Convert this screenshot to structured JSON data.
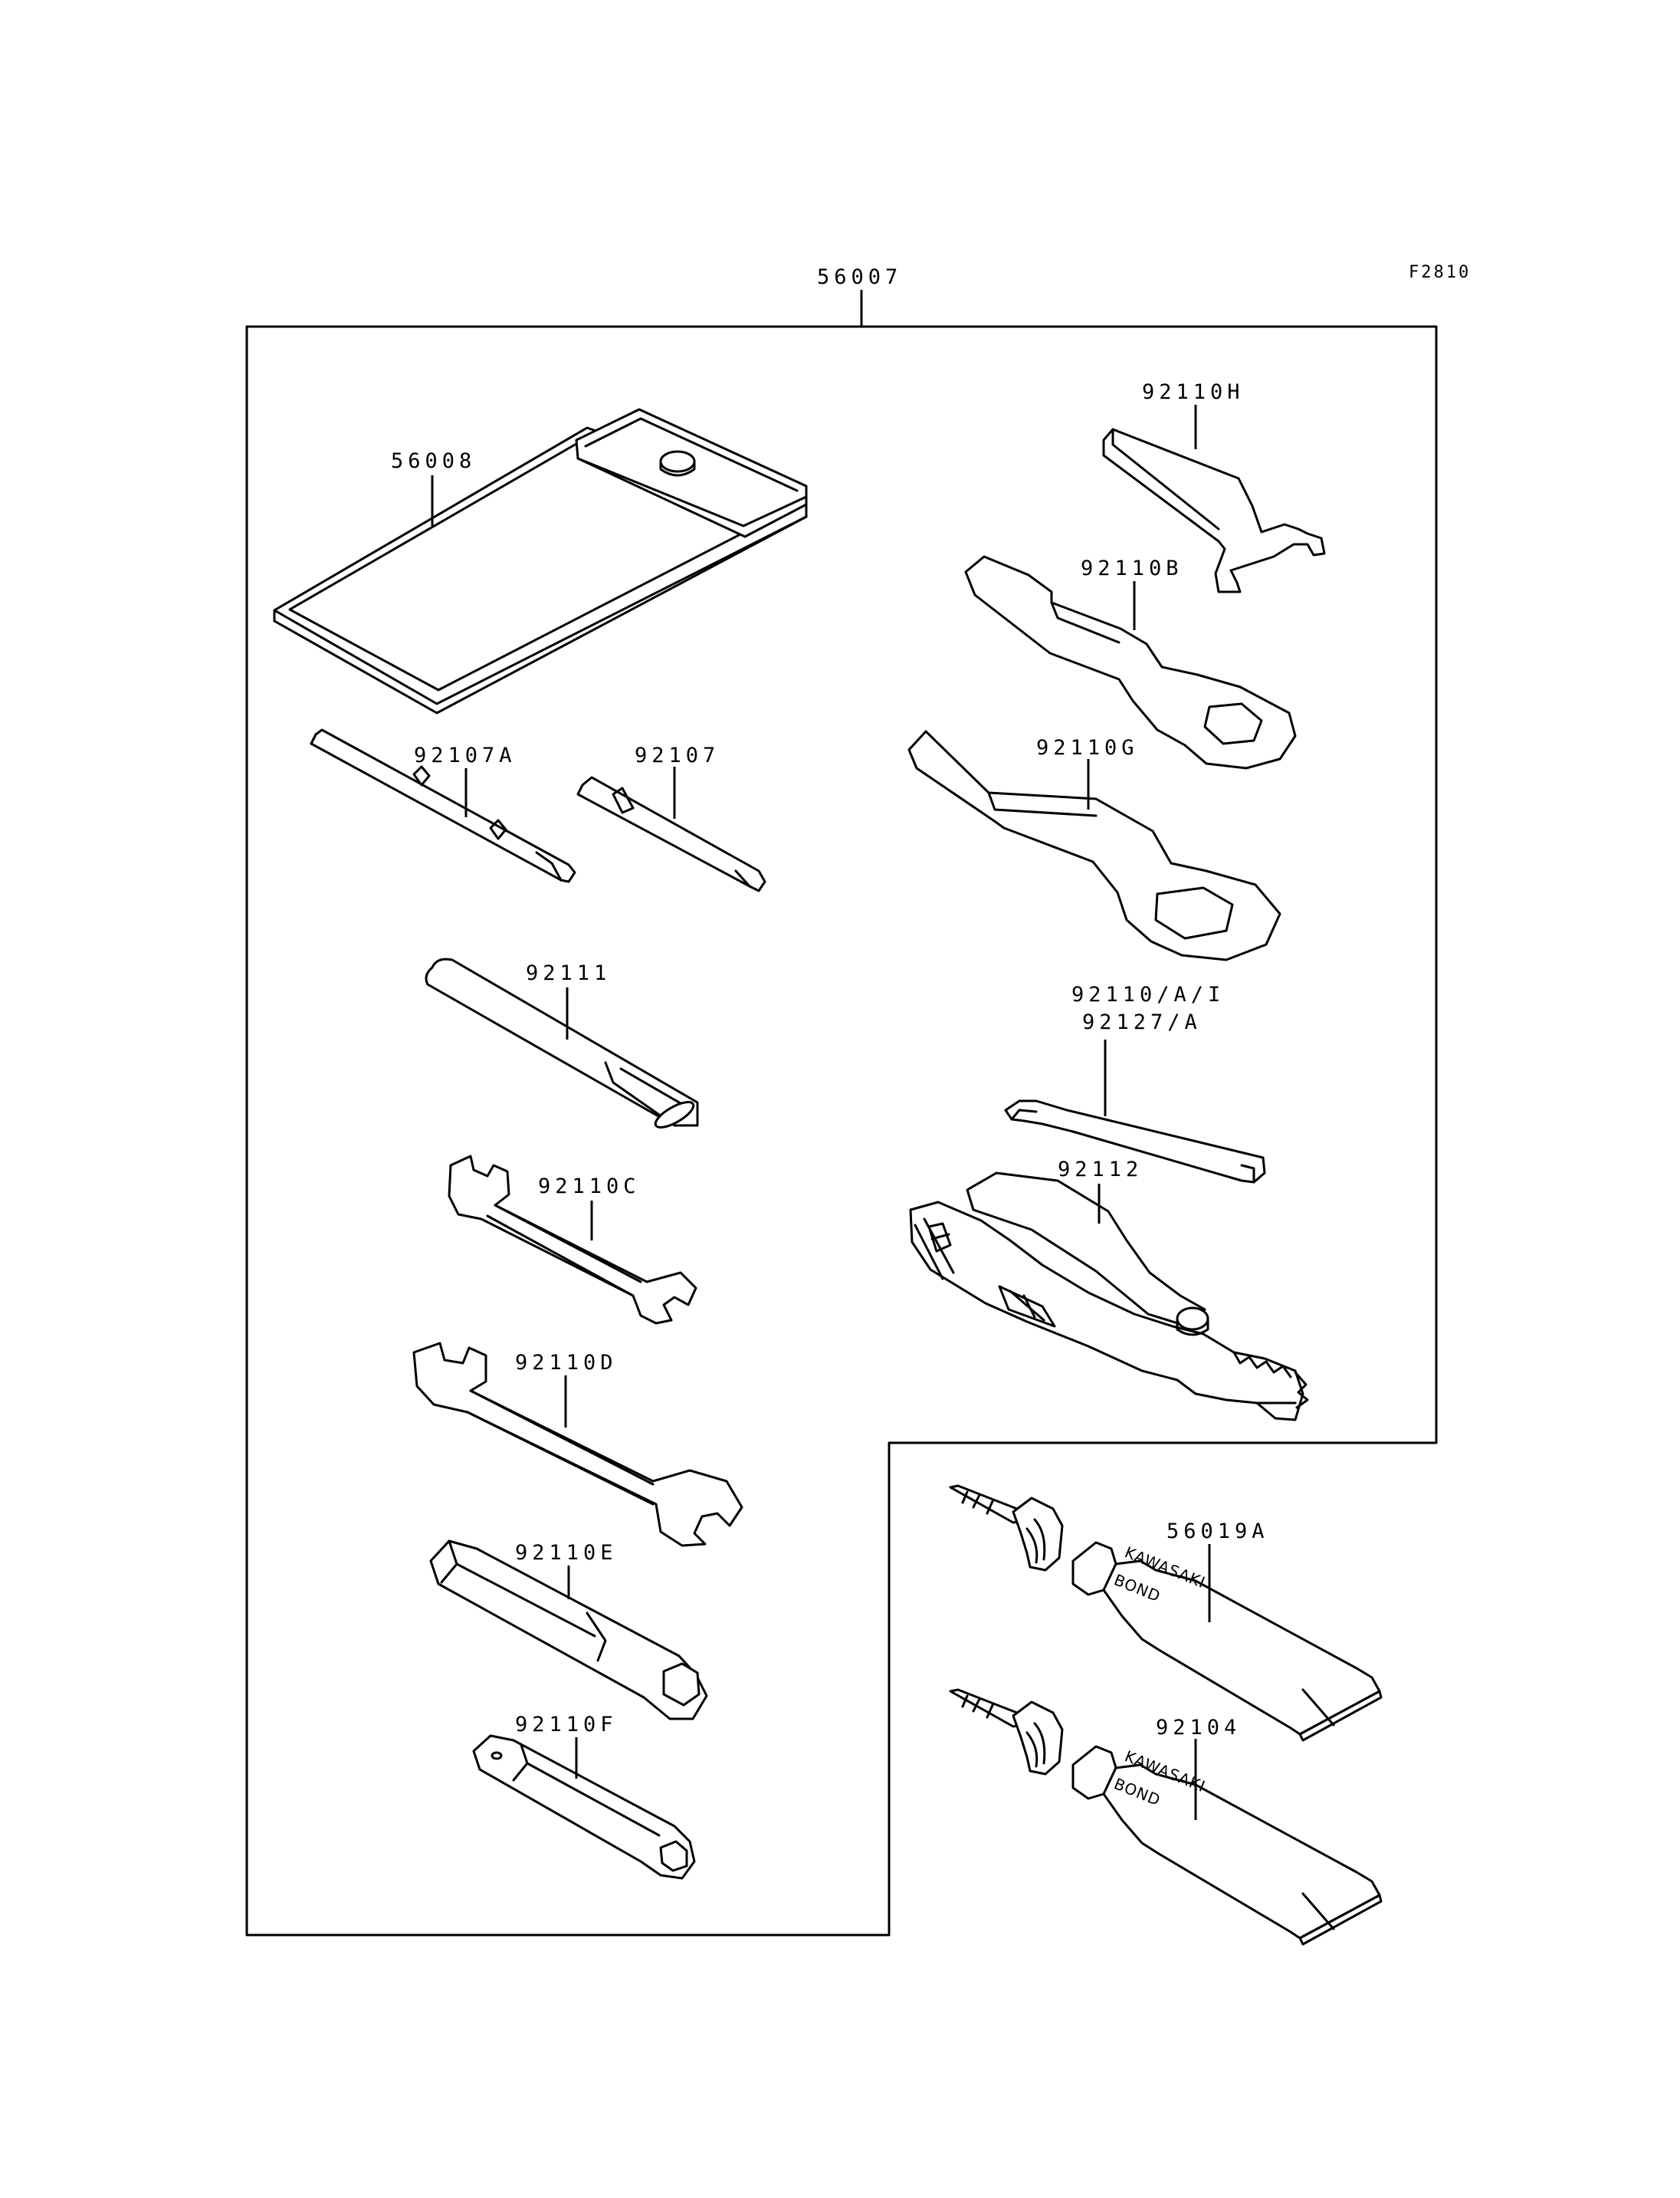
{
  "diagram": {
    "figure_code": "F2810",
    "kit_part": "56007",
    "parts": {
      "case": "56008",
      "screwdriver_double": "92107A",
      "screwdriver": "92107",
      "handle_bar": "92111",
      "wrench_small": "92110C",
      "wrench_large": "92110D",
      "box_wrench_long": "92110E",
      "box_wrench_short": "92110F",
      "hook_wrench": "92110H",
      "ring_wrench_b": "92110B",
      "ring_wrench_g": "92110G",
      "hex_key_line1": "92110/A/I",
      "hex_key_line2": "92127/A",
      "pliers": "92112",
      "bond_a": "56019A",
      "bond_b": "92104"
    },
    "tube_brand_top": "KAWASAKI",
    "tube_brand_bottom": "BOND"
  }
}
